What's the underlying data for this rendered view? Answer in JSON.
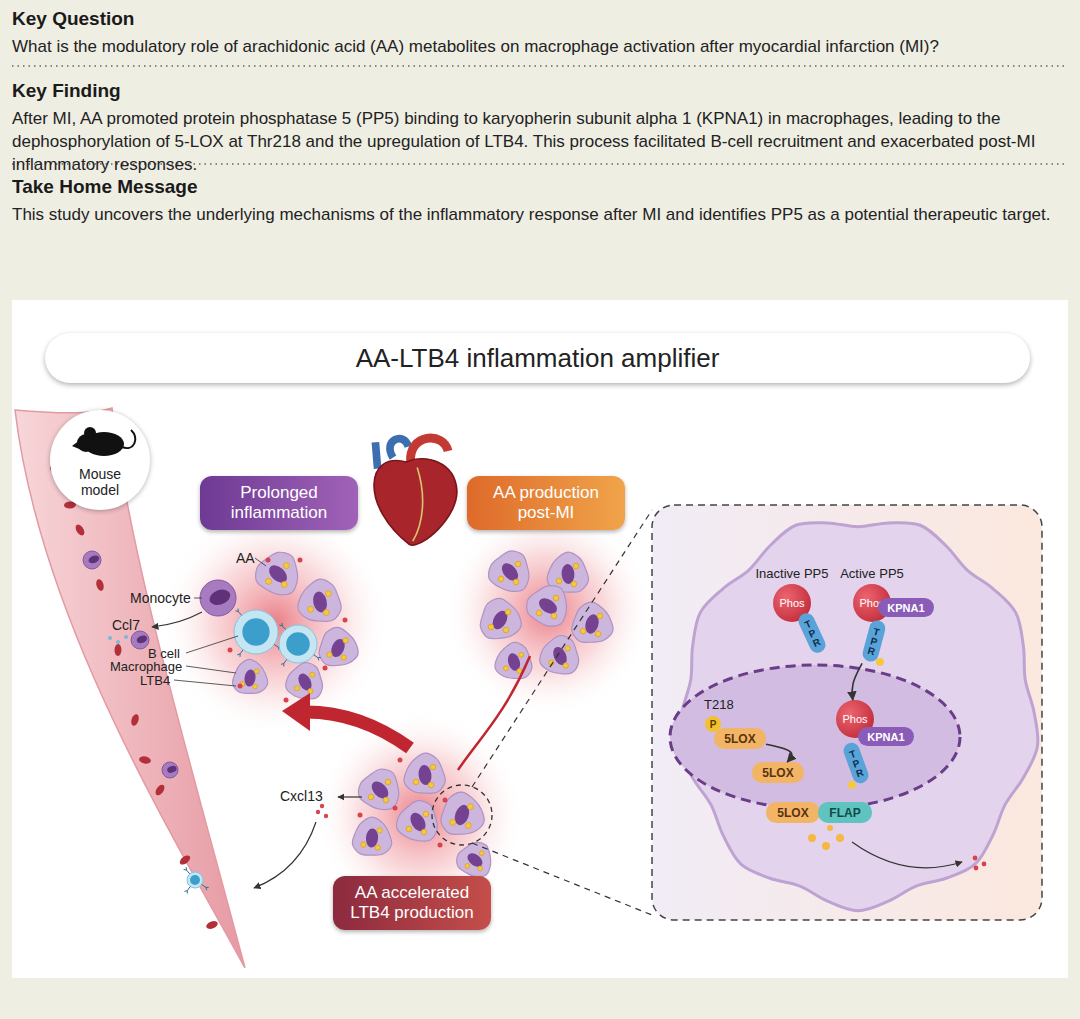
{
  "diagram": {
    "title": "AA-LTB4 inflammation amplifier",
    "nodes": [
      {
        "text": [
          "Mouse model"
        ]
      },
      {
        "text": [
          "Prolonged inflammation"
        ]
      },
      {
        "text": [
          "AA production post-MI"
        ]
      },
      {
        "text": [
          "AA accelerated LTB4 production"
        ]
      },
      {
        "text": [
          "Inactive PP5",
          "Phos"
        ]
      },
      {
        "text": [
          "TPR"
        ]
      },
      {
        "text": [
          "Active PP5",
          "Phos"
        ]
      },
      {
        "text": [
          "KPNA1"
        ]
      },
      {
        "text": [
          "TPR"
        ]
      },
      {
        "text": [
          "P"
        ]
      },
      {
        "text": [
          "5LOX"
        ]
      },
      {
        "text": [
          "5LOX"
        ]
      },
      {
        "text": [
          "Phos"
        ]
      },
      {
        "text": [
          "KPNA1"
        ]
      },
      {
        "text": [
          "TPR"
        ]
      },
      {
        "text": [
          "5LOX"
        ]
      },
      {
        "text": [
          "FLAP"
        ]
      }
    ],
    "edges": [
      {
        "from": 8,
        "to": 12,
        "arrow": "to"
      },
      {
        "from": 10,
        "to": 11,
        "arrow": "to"
      }
    ],
    "labels": [
      "Key Question",
      "What is the modulatory role of arachidonic acid (AA) metabolites on macrophage activation after myocardial infarction (MI)?",
      "Key Finding",
      "After MI, AA promoted protein phosphatase 5 (PP5) binding to karyopherin subunit alpha 1 (KPNA1) in macrophages, leading to the dephosphorylation of 5-LOX at Thr218 and the upregulation of LTB4. This process facilitated B-cell recruitment and exacerbated post-MI inflammatory responses.",
      "Take Home Message",
      "This study uncovers the underlying mechanisms of the inflammatory response after MI and identifies PP5 as a potential therapeutic target.",
      "AA",
      "Monocyte",
      "Ccl7",
      "B cell",
      "Macrophage",
      "LTB4",
      "Cxcl13",
      "T218"
    ]
  }
}
